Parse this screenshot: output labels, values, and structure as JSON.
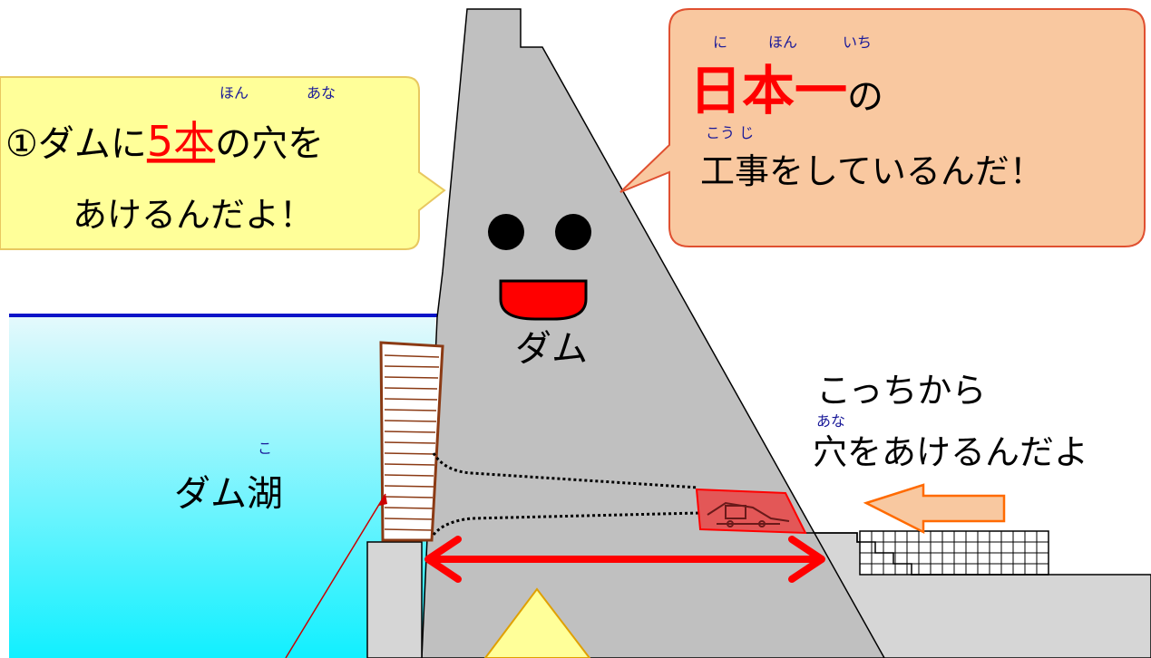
{
  "bubble_left": {
    "line1_pre": "①ダムに",
    "line1_num": "5本",
    "line1_post": "の穴を",
    "ruby_hon": "ほん",
    "ruby_ana": "あな",
    "line2": "あけるんだよ！"
  },
  "bubble_right": {
    "title_red": "日本一",
    "title_post": "の",
    "ruby_ni": "に",
    "ruby_hon": "ほん",
    "ruby_ichi": "いち",
    "ruby_kouji": "こう じ",
    "line2": "工事をしているんだ！"
  },
  "dam": {
    "label": "ダム"
  },
  "lake": {
    "label": "ダム湖",
    "ruby_ko": "こ"
  },
  "note": {
    "line1": "こっちから",
    "ruby_ana": "あな",
    "line2": "穴をあけるんだよ"
  },
  "colors": {
    "dam_gray": "#c0c0c0",
    "water_top": "#e4f9fc",
    "water_bottom": "#11f0ff",
    "water_line": "#0a14c8",
    "bubble_yellow": "#ffff99",
    "bubble_orange": "#f9c8a0",
    "accent_red": "#ff0000",
    "ruby_blue": "#1a1a99",
    "arrow_fill": "#f8c8a0",
    "arrow_stroke": "#ff6a00",
    "gate_stroke": "#8b3a14"
  }
}
